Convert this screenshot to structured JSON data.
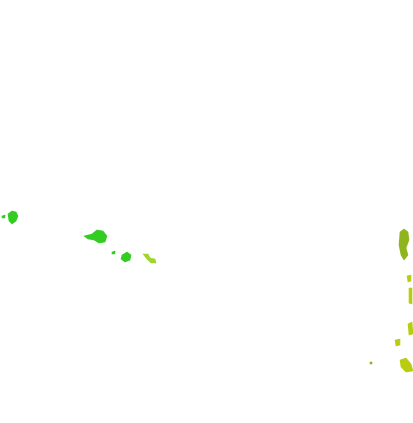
{
  "map": {
    "background": "#ffffff",
    "colors": {
      "bright_green": "#33cc22",
      "dark_green": "#1e9a14",
      "olive": "#8fb51e",
      "yellow_green": "#b8cc10",
      "lime": "#9ed62a"
    },
    "regions": [
      {
        "name": "patch-west-1",
        "color": "bright_green"
      },
      {
        "name": "patch-west-2",
        "color": "bright_green"
      },
      {
        "name": "patch-west-3",
        "color": "bright_green"
      },
      {
        "name": "patch-west-4",
        "color": "lime"
      },
      {
        "name": "patch-east-1",
        "color": "olive"
      },
      {
        "name": "patch-east-2",
        "color": "yellow_green"
      },
      {
        "name": "patch-east-3",
        "color": "yellow_green"
      },
      {
        "name": "patch-east-4",
        "color": "olive"
      }
    ]
  }
}
